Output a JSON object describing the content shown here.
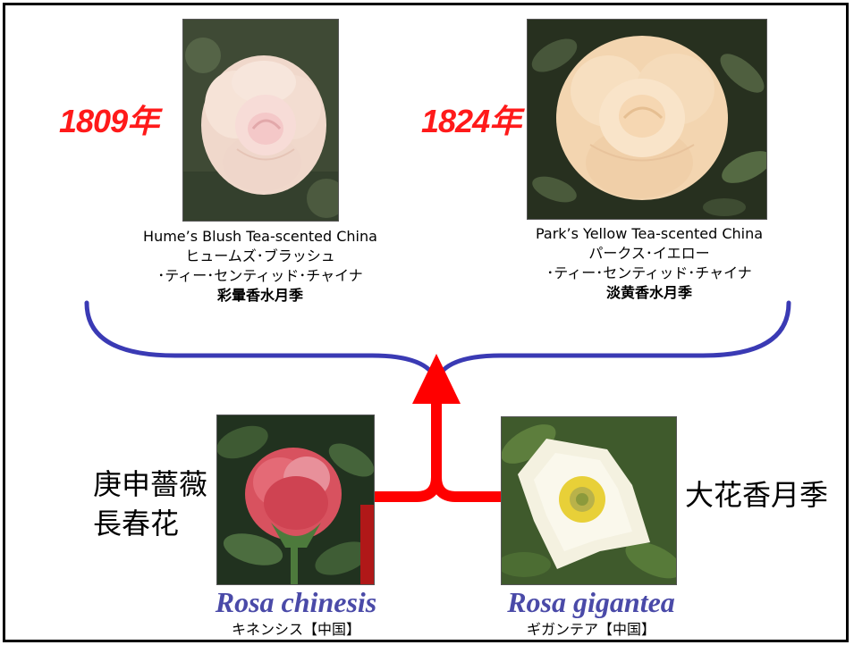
{
  "top_left": {
    "year": "1809年",
    "name_en": "Hume’s Blush Tea-scented China",
    "name_ja_1": "ヒュームズ･ブラッシュ",
    "name_ja_2": "･ティー･センティッド･チャイナ",
    "name_zh": "彩暈香水月季"
  },
  "top_right": {
    "year": "1824年",
    "name_en": "Park’s Yellow Tea-scented China",
    "name_ja_1": "パークス･イエロー",
    "name_ja_2": "･ティー･センティッド･チャイナ",
    "name_zh": "淡黄香水月季"
  },
  "bottom_left": {
    "side_label_1": "庚申薔薇",
    "side_label_2": "長春花",
    "latin_name": "Rosa chinesis",
    "origin": "キネンシス【中国】"
  },
  "bottom_right": {
    "side_label": "大花香月季",
    "latin_name": "Rosa gigantea",
    "origin": "ギガンテア【中国】"
  },
  "colors": {
    "brace": "#3a3ab4",
    "arrow": "#ff0000",
    "year": "#ff1a1a",
    "latin": "#4a4aa8"
  },
  "icons": {
    "photo_top_left": "pale-pink-rose-photo",
    "photo_top_right": "pale-yellow-rose-photo",
    "photo_bottom_left": "pink-rose-bud-photo",
    "photo_bottom_right": "white-rose-photo"
  }
}
